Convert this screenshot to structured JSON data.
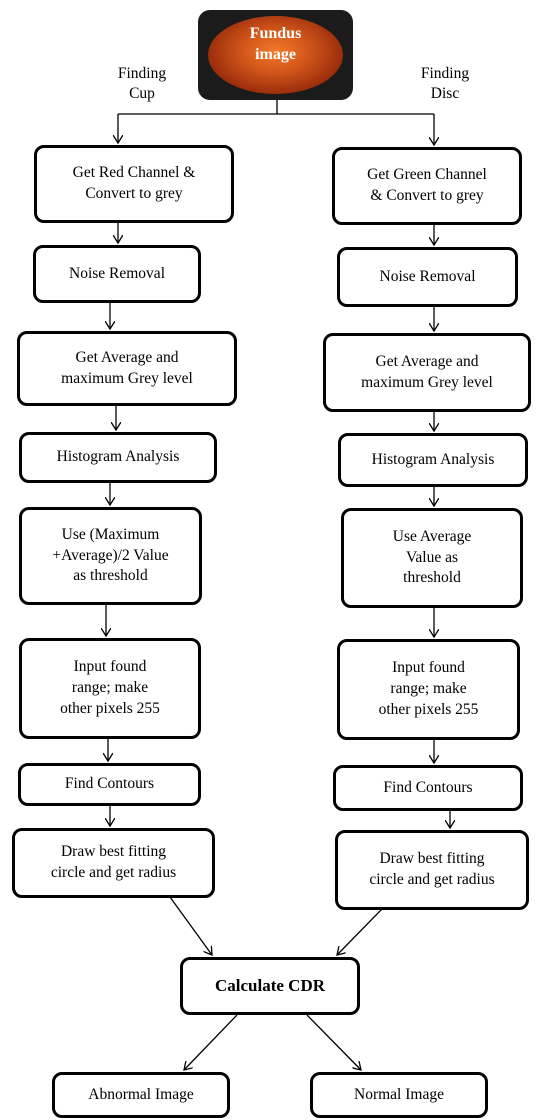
{
  "source": {
    "line1": "Fundus",
    "line2": "image"
  },
  "branch_labels": {
    "cup": {
      "line1": "Finding",
      "line2": "Cup"
    },
    "disc": {
      "line1": "Finding",
      "line2": "Disc"
    }
  },
  "cup_steps": [
    {
      "line1": "Get Red Channel &",
      "line2": "Convert to grey"
    },
    {
      "line1": "Noise Removal"
    },
    {
      "line1": "Get Average and",
      "line2": "maximum Grey level"
    },
    {
      "line1": "Histogram Analysis"
    },
    {
      "line1": "Use (Maximum",
      "line2": "+Average)/2 Value",
      "line3": "as threshold"
    },
    {
      "line1": "Input found",
      "line2": "range; make",
      "line3": "other pixels 255"
    },
    {
      "line1": "Find Contours"
    },
    {
      "line1": "Draw best fitting",
      "line2": "circle and get radius"
    }
  ],
  "disc_steps": [
    {
      "line1": "Get Green Channel",
      "line2": "& Convert to grey"
    },
    {
      "line1": "Noise Removal"
    },
    {
      "line1": "Get Average and",
      "line2": "maximum Grey level"
    },
    {
      "line1": "Histogram Analysis"
    },
    {
      "line1": "Use Average",
      "line2": "Value as",
      "line3": "threshold"
    },
    {
      "line1": "Input found",
      "line2": "range; make",
      "line3": "other pixels 255"
    },
    {
      "line1": "Find Contours"
    },
    {
      "line1": "Draw best fitting",
      "line2": "circle and get radius"
    }
  ],
  "calc": {
    "label": "Calculate CDR"
  },
  "outcomes": {
    "abnormal": "Abnormal Image",
    "normal": "Normal Image"
  }
}
